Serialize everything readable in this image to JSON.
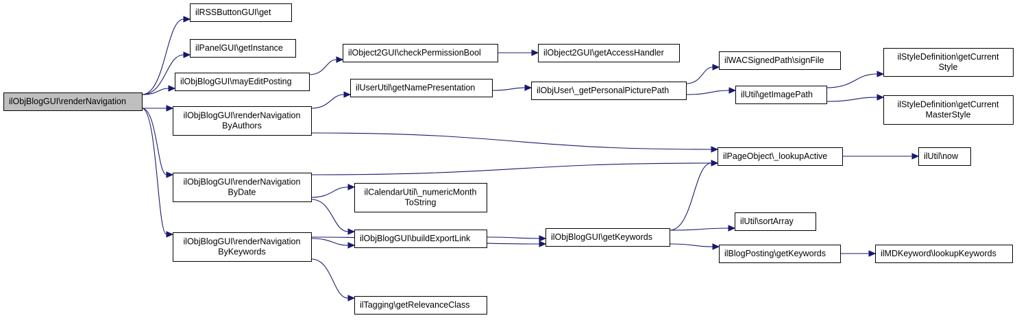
{
  "diagram": {
    "type": "call-graph",
    "colors": {
      "edge": "#191970",
      "root_fill": "#bfbfbf",
      "node_fill": "#ffffff",
      "border": "#000000"
    },
    "nodes": [
      {
        "id": "root",
        "lines": [
          "ilObjBlogGUI\\renderNavigation"
        ],
        "root": true
      },
      {
        "id": "rss",
        "lines": [
          "ilRSSButtonGUI\\get"
        ]
      },
      {
        "id": "panel",
        "lines": [
          "ilPanelGUI\\getInstance"
        ]
      },
      {
        "id": "mayEdit",
        "lines": [
          "ilObjBlogGUI\\mayEditPosting"
        ]
      },
      {
        "id": "byAuthors",
        "lines": [
          "ilObjBlogGUI\\renderNavigation",
          "ByAuthors"
        ]
      },
      {
        "id": "byDate",
        "lines": [
          "ilObjBlogGUI\\renderNavigation",
          "ByDate"
        ]
      },
      {
        "id": "byKeywords",
        "lines": [
          "ilObjBlogGUI\\renderNavigation",
          "ByKeywords"
        ]
      },
      {
        "id": "checkPerm",
        "lines": [
          "ilObject2GUI\\checkPermissionBool"
        ]
      },
      {
        "id": "accessHandler",
        "lines": [
          "ilObject2GUI\\getAccessHandler"
        ]
      },
      {
        "id": "namePres",
        "lines": [
          "ilUserUtil\\getNamePresentation"
        ]
      },
      {
        "id": "persPic",
        "lines": [
          "ilObjUser\\_getPersonalPicturePath"
        ]
      },
      {
        "id": "signFile",
        "lines": [
          "ilWACSignedPath\\signFile"
        ]
      },
      {
        "id": "imagePath",
        "lines": [
          "ilUtil\\getImagePath"
        ]
      },
      {
        "id": "curStyle",
        "lines": [
          "ilStyleDefinition\\getCurrent",
          "Style"
        ]
      },
      {
        "id": "curMaster",
        "lines": [
          "ilStyleDefinition\\getCurrent",
          "MasterStyle"
        ]
      },
      {
        "id": "lookupActive",
        "lines": [
          "ilPageObject\\_lookupActive"
        ]
      },
      {
        "id": "now",
        "lines": [
          "ilUtil\\now"
        ]
      },
      {
        "id": "calUtil",
        "lines": [
          "ilCalendarUtil\\_numericMonth",
          "ToString"
        ]
      },
      {
        "id": "exportLink",
        "lines": [
          "ilObjBlogGUI\\buildExportLink"
        ]
      },
      {
        "id": "getKeywords",
        "lines": [
          "ilObjBlogGUI\\getKeywords"
        ]
      },
      {
        "id": "sortArray",
        "lines": [
          "ilUtil\\sortArray"
        ]
      },
      {
        "id": "postingKw",
        "lines": [
          "ilBlogPosting\\getKeywords"
        ]
      },
      {
        "id": "mdKeyword",
        "lines": [
          "ilMDKeyword\\lookupKeywords"
        ]
      },
      {
        "id": "tagging",
        "lines": [
          "ilTagging\\getRelevanceClass"
        ]
      }
    ],
    "edges": [
      {
        "from": "root",
        "to": "rss"
      },
      {
        "from": "root",
        "to": "panel"
      },
      {
        "from": "root",
        "to": "mayEdit"
      },
      {
        "from": "root",
        "to": "byAuthors"
      },
      {
        "from": "root",
        "to": "byDate"
      },
      {
        "from": "root",
        "to": "byKeywords"
      },
      {
        "from": "mayEdit",
        "to": "checkPerm"
      },
      {
        "from": "checkPerm",
        "to": "accessHandler"
      },
      {
        "from": "byAuthors",
        "to": "namePres"
      },
      {
        "from": "byAuthors",
        "to": "lookupActive"
      },
      {
        "from": "namePres",
        "to": "persPic"
      },
      {
        "from": "persPic",
        "to": "signFile"
      },
      {
        "from": "persPic",
        "to": "imagePath"
      },
      {
        "from": "imagePath",
        "to": "curStyle"
      },
      {
        "from": "imagePath",
        "to": "curMaster"
      },
      {
        "from": "lookupActive",
        "to": "now"
      },
      {
        "from": "byDate",
        "to": "lookupActive"
      },
      {
        "from": "byDate",
        "to": "calUtil"
      },
      {
        "from": "byDate",
        "to": "exportLink"
      },
      {
        "from": "byKeywords",
        "to": "exportLink"
      },
      {
        "from": "byKeywords",
        "to": "getKeywords"
      },
      {
        "from": "byKeywords",
        "to": "tagging"
      },
      {
        "from": "exportLink",
        "to": "getKeywords"
      },
      {
        "from": "getKeywords",
        "to": "lookupActive"
      },
      {
        "from": "getKeywords",
        "to": "sortArray"
      },
      {
        "from": "getKeywords",
        "to": "postingKw"
      },
      {
        "from": "postingKw",
        "to": "mdKeyword"
      }
    ]
  }
}
